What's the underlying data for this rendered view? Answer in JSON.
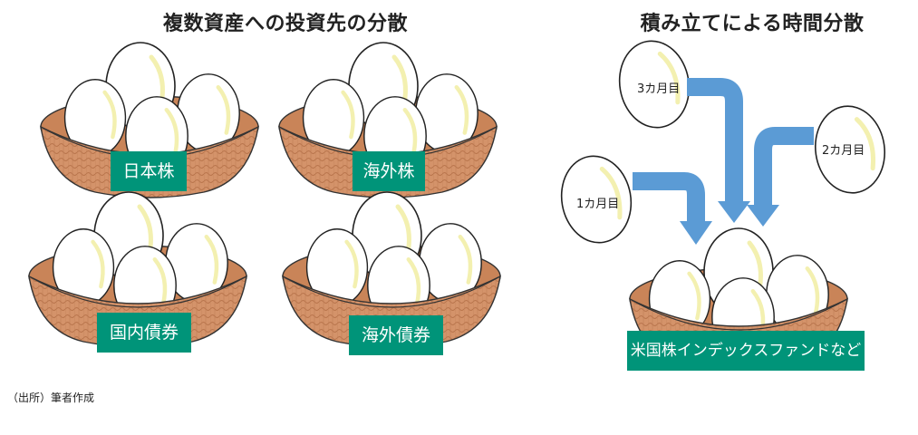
{
  "left_section": {
    "title": "複数資産への投資先の分散",
    "baskets": [
      {
        "label": "日本株"
      },
      {
        "label": "海外株"
      },
      {
        "label": "国内債券"
      },
      {
        "label": "海外債券"
      }
    ]
  },
  "right_section": {
    "title": "積み立てによる時間分散",
    "eggs": [
      {
        "label": "3カ月目"
      },
      {
        "label": "2カ月目"
      },
      {
        "label": "1カ月目"
      }
    ],
    "basket_label": "米国株インデックスファンドなど"
  },
  "source": "（出所）筆者作成",
  "colors": {
    "tag_green": "#009479",
    "arrow_blue": "#5b9bd5",
    "basket_brown": "#d4936a",
    "egg_white": "#ffffff"
  }
}
